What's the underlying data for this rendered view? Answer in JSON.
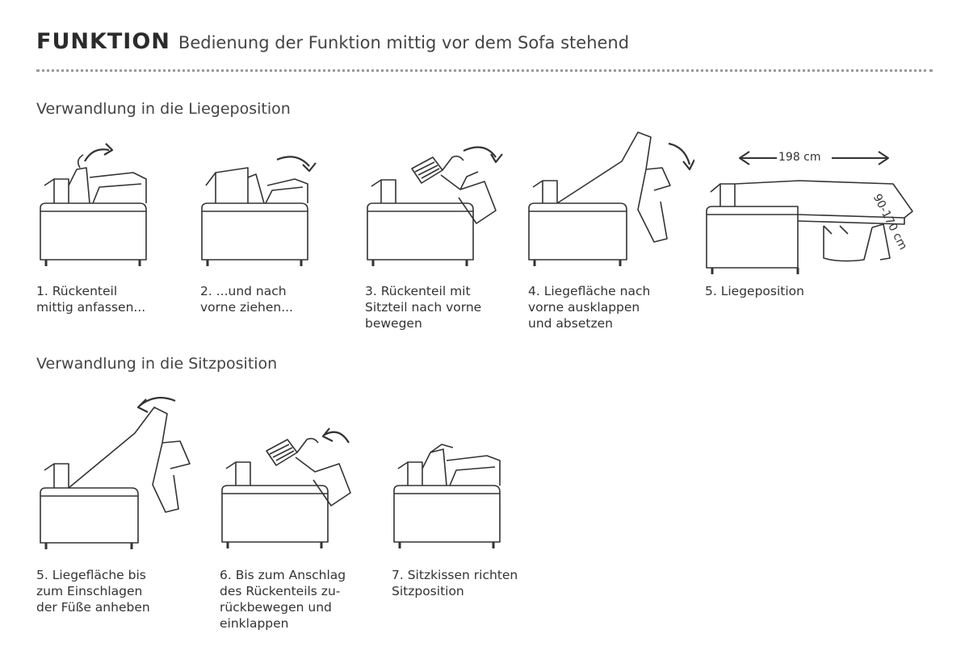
{
  "header": {
    "title": "FUNKTION",
    "subtitle": "Bedienung der Funktion mittig vor dem Sofa stehend"
  },
  "sections": [
    {
      "title": "Verwandlung in die Liegeposition",
      "steps": [
        {
          "lines": [
            "1. Rückenteil",
            "mittig anfassen..."
          ]
        },
        {
          "lines": [
            "2. ...und nach",
            "vorne ziehen..."
          ]
        },
        {
          "lines": [
            "3. Rückenteil mit",
            "Sitzteil nach vorne",
            "bewegen"
          ]
        },
        {
          "lines": [
            "4. Liegefläche nach",
            "vorne ausklappen",
            "und absetzen"
          ]
        },
        {
          "lines": [
            "5. Liegeposition"
          ]
        }
      ]
    },
    {
      "title": "Verwandlung in die Sitzposition",
      "steps": [
        {
          "lines": [
            "5. Liegefläche bis",
            "zum Einschlagen",
            "der Füße anheben"
          ]
        },
        {
          "lines": [
            "6. Bis zum Anschlag",
            "des Rückenteils zu-",
            "rückbewegen und",
            "einklappen"
          ]
        },
        {
          "lines": [
            "7. Sitzkissen richten",
            "Sitzposition"
          ]
        }
      ]
    }
  ],
  "dimensions": {
    "length": "198 cm",
    "width": "90-170 cm"
  },
  "colors": {
    "line": "#333333",
    "dots": "#9a9a9a"
  }
}
